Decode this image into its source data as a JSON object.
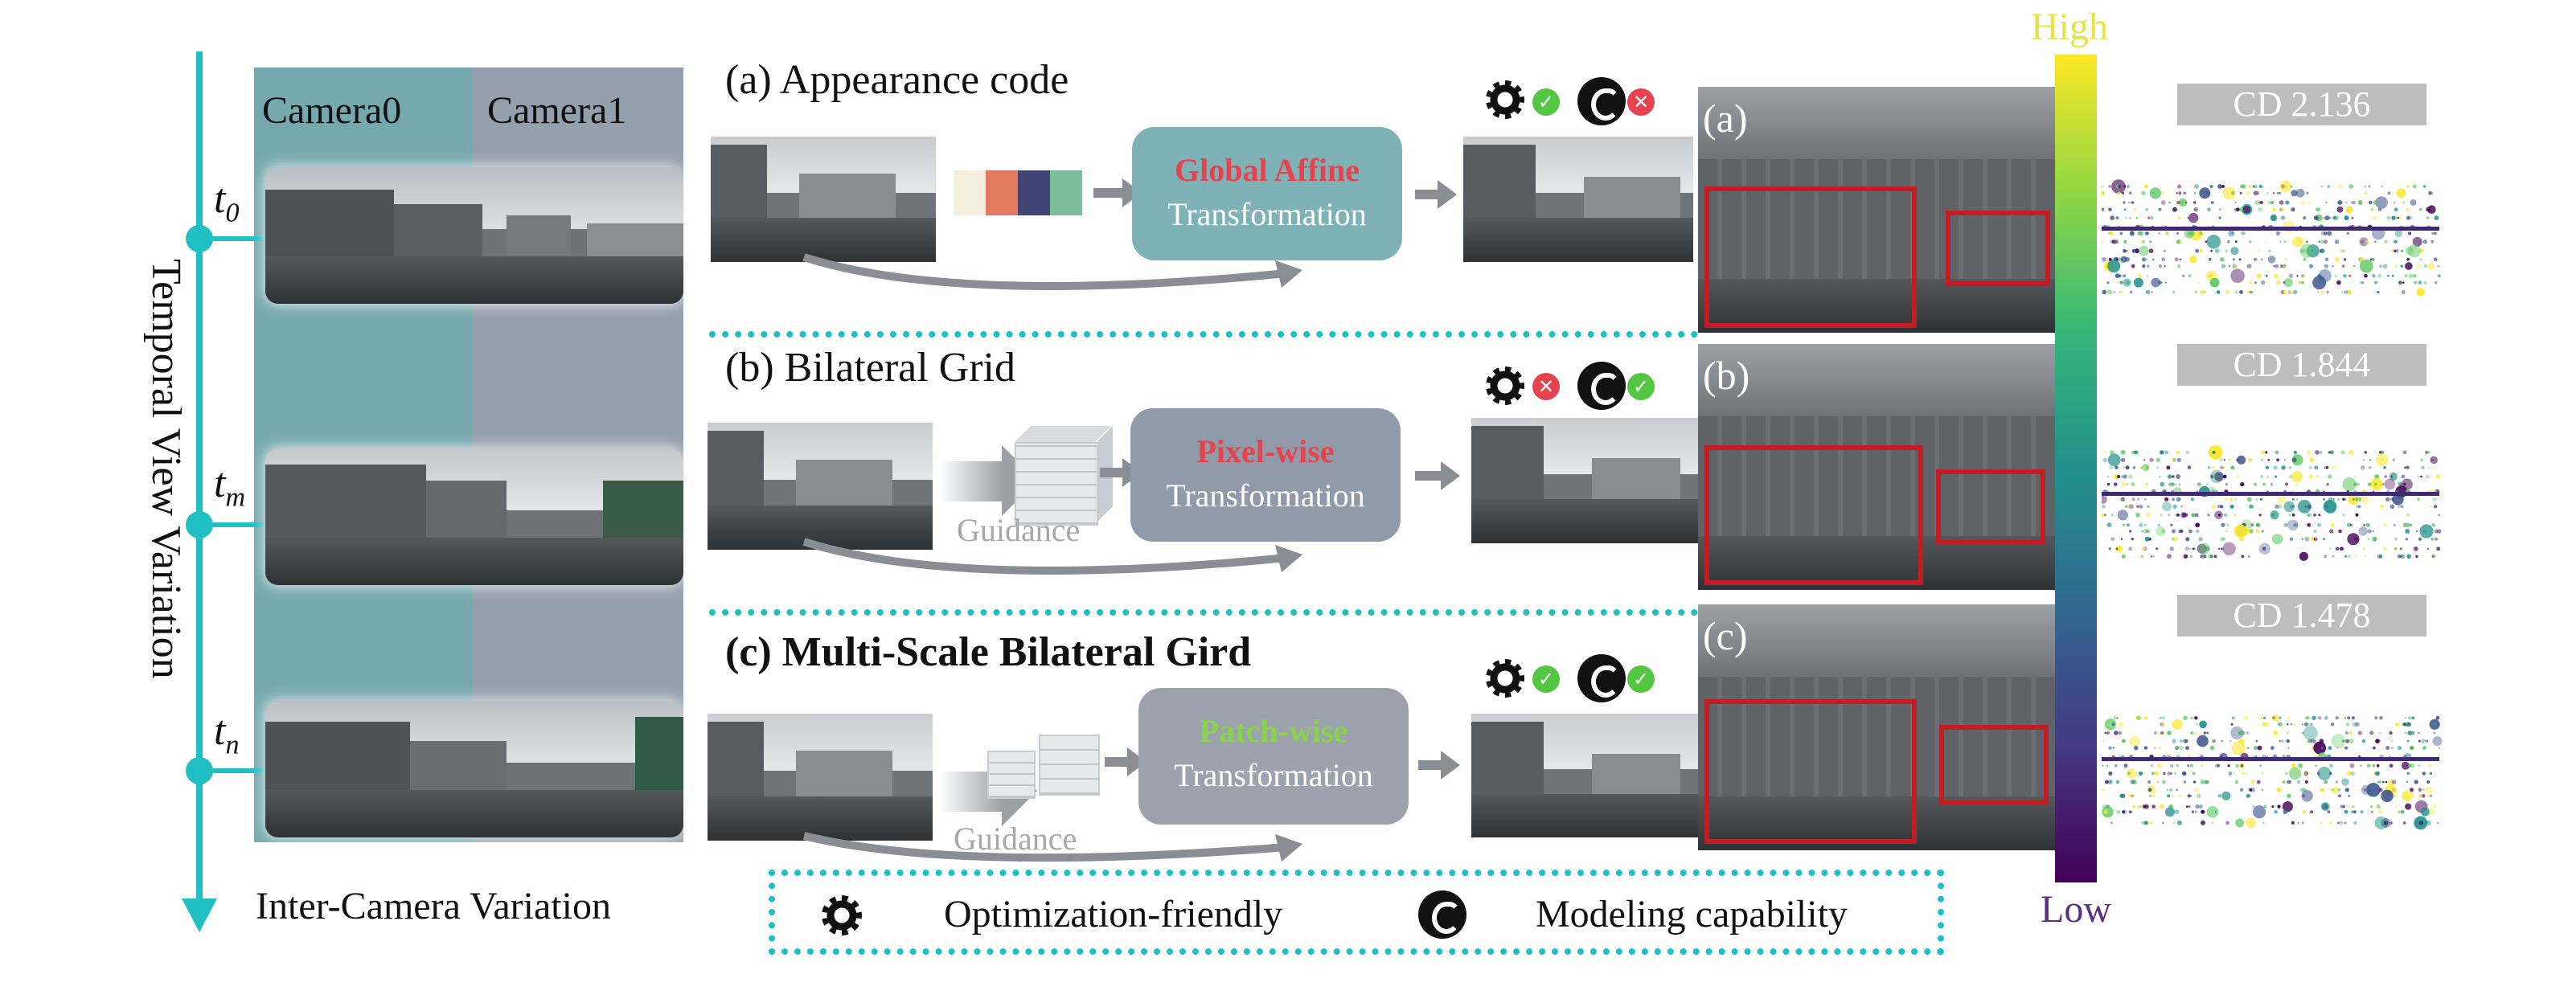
{
  "left": {
    "axis_label": "Temporal View Variation",
    "bottom_label": "Inter-Camera Variation",
    "camera_headers": [
      "Camera0",
      "Camera1"
    ],
    "times": [
      {
        "base": "t",
        "sub": "0"
      },
      {
        "base": "t",
        "sub": "m"
      },
      {
        "base": "t",
        "sub": "n"
      }
    ],
    "colors": {
      "axis": "#1fbfc4",
      "camera0_bg": "#5e9aa0",
      "camera1_bg": "#8a96a4"
    }
  },
  "panels": [
    {
      "label": "(a) Appearance code",
      "bold": false,
      "box_title": "Global Affine",
      "box_title_color": "#e5434e",
      "box_subtitle": "Transformation",
      "box_color": "#7fb2b6",
      "guidance": "",
      "optimization_friendly": true,
      "modeling_capability": false,
      "code_colors": [
        "#f3efdc",
        "#e27a5f",
        "#3e4573",
        "#7dbe9a"
      ]
    },
    {
      "label": "(b) Bilateral Grid",
      "bold": false,
      "box_title": "Pixel-wise",
      "box_title_color": "#e5434e",
      "box_subtitle": "Transformation",
      "box_color": "#909aa8",
      "guidance": "Guidance",
      "optimization_friendly": false,
      "modeling_capability": true
    },
    {
      "label": "(c) Multi-Scale Bilateral Gird",
      "bold": true,
      "box_title": "Patch-wise",
      "box_title_color": "#8bd24c",
      "box_subtitle": "Transformation",
      "box_color": "#9ca3ad",
      "guidance": "Guidance",
      "optimization_friendly": true,
      "modeling_capability": true
    }
  ],
  "legend": {
    "gear_icon": "gear-icon",
    "optimization": "Optimization-friendly",
    "model_icon": "modeling-icon",
    "modeling": "Modeling capability"
  },
  "right": {
    "tags": [
      "(a)",
      "(b)",
      "(c)"
    ],
    "colorbar": {
      "high": "High",
      "low": "Low"
    },
    "cd_badges": [
      "CD 2.136",
      "CD 1.844",
      "CD 1.478"
    ],
    "box_color": "#c21d24"
  }
}
